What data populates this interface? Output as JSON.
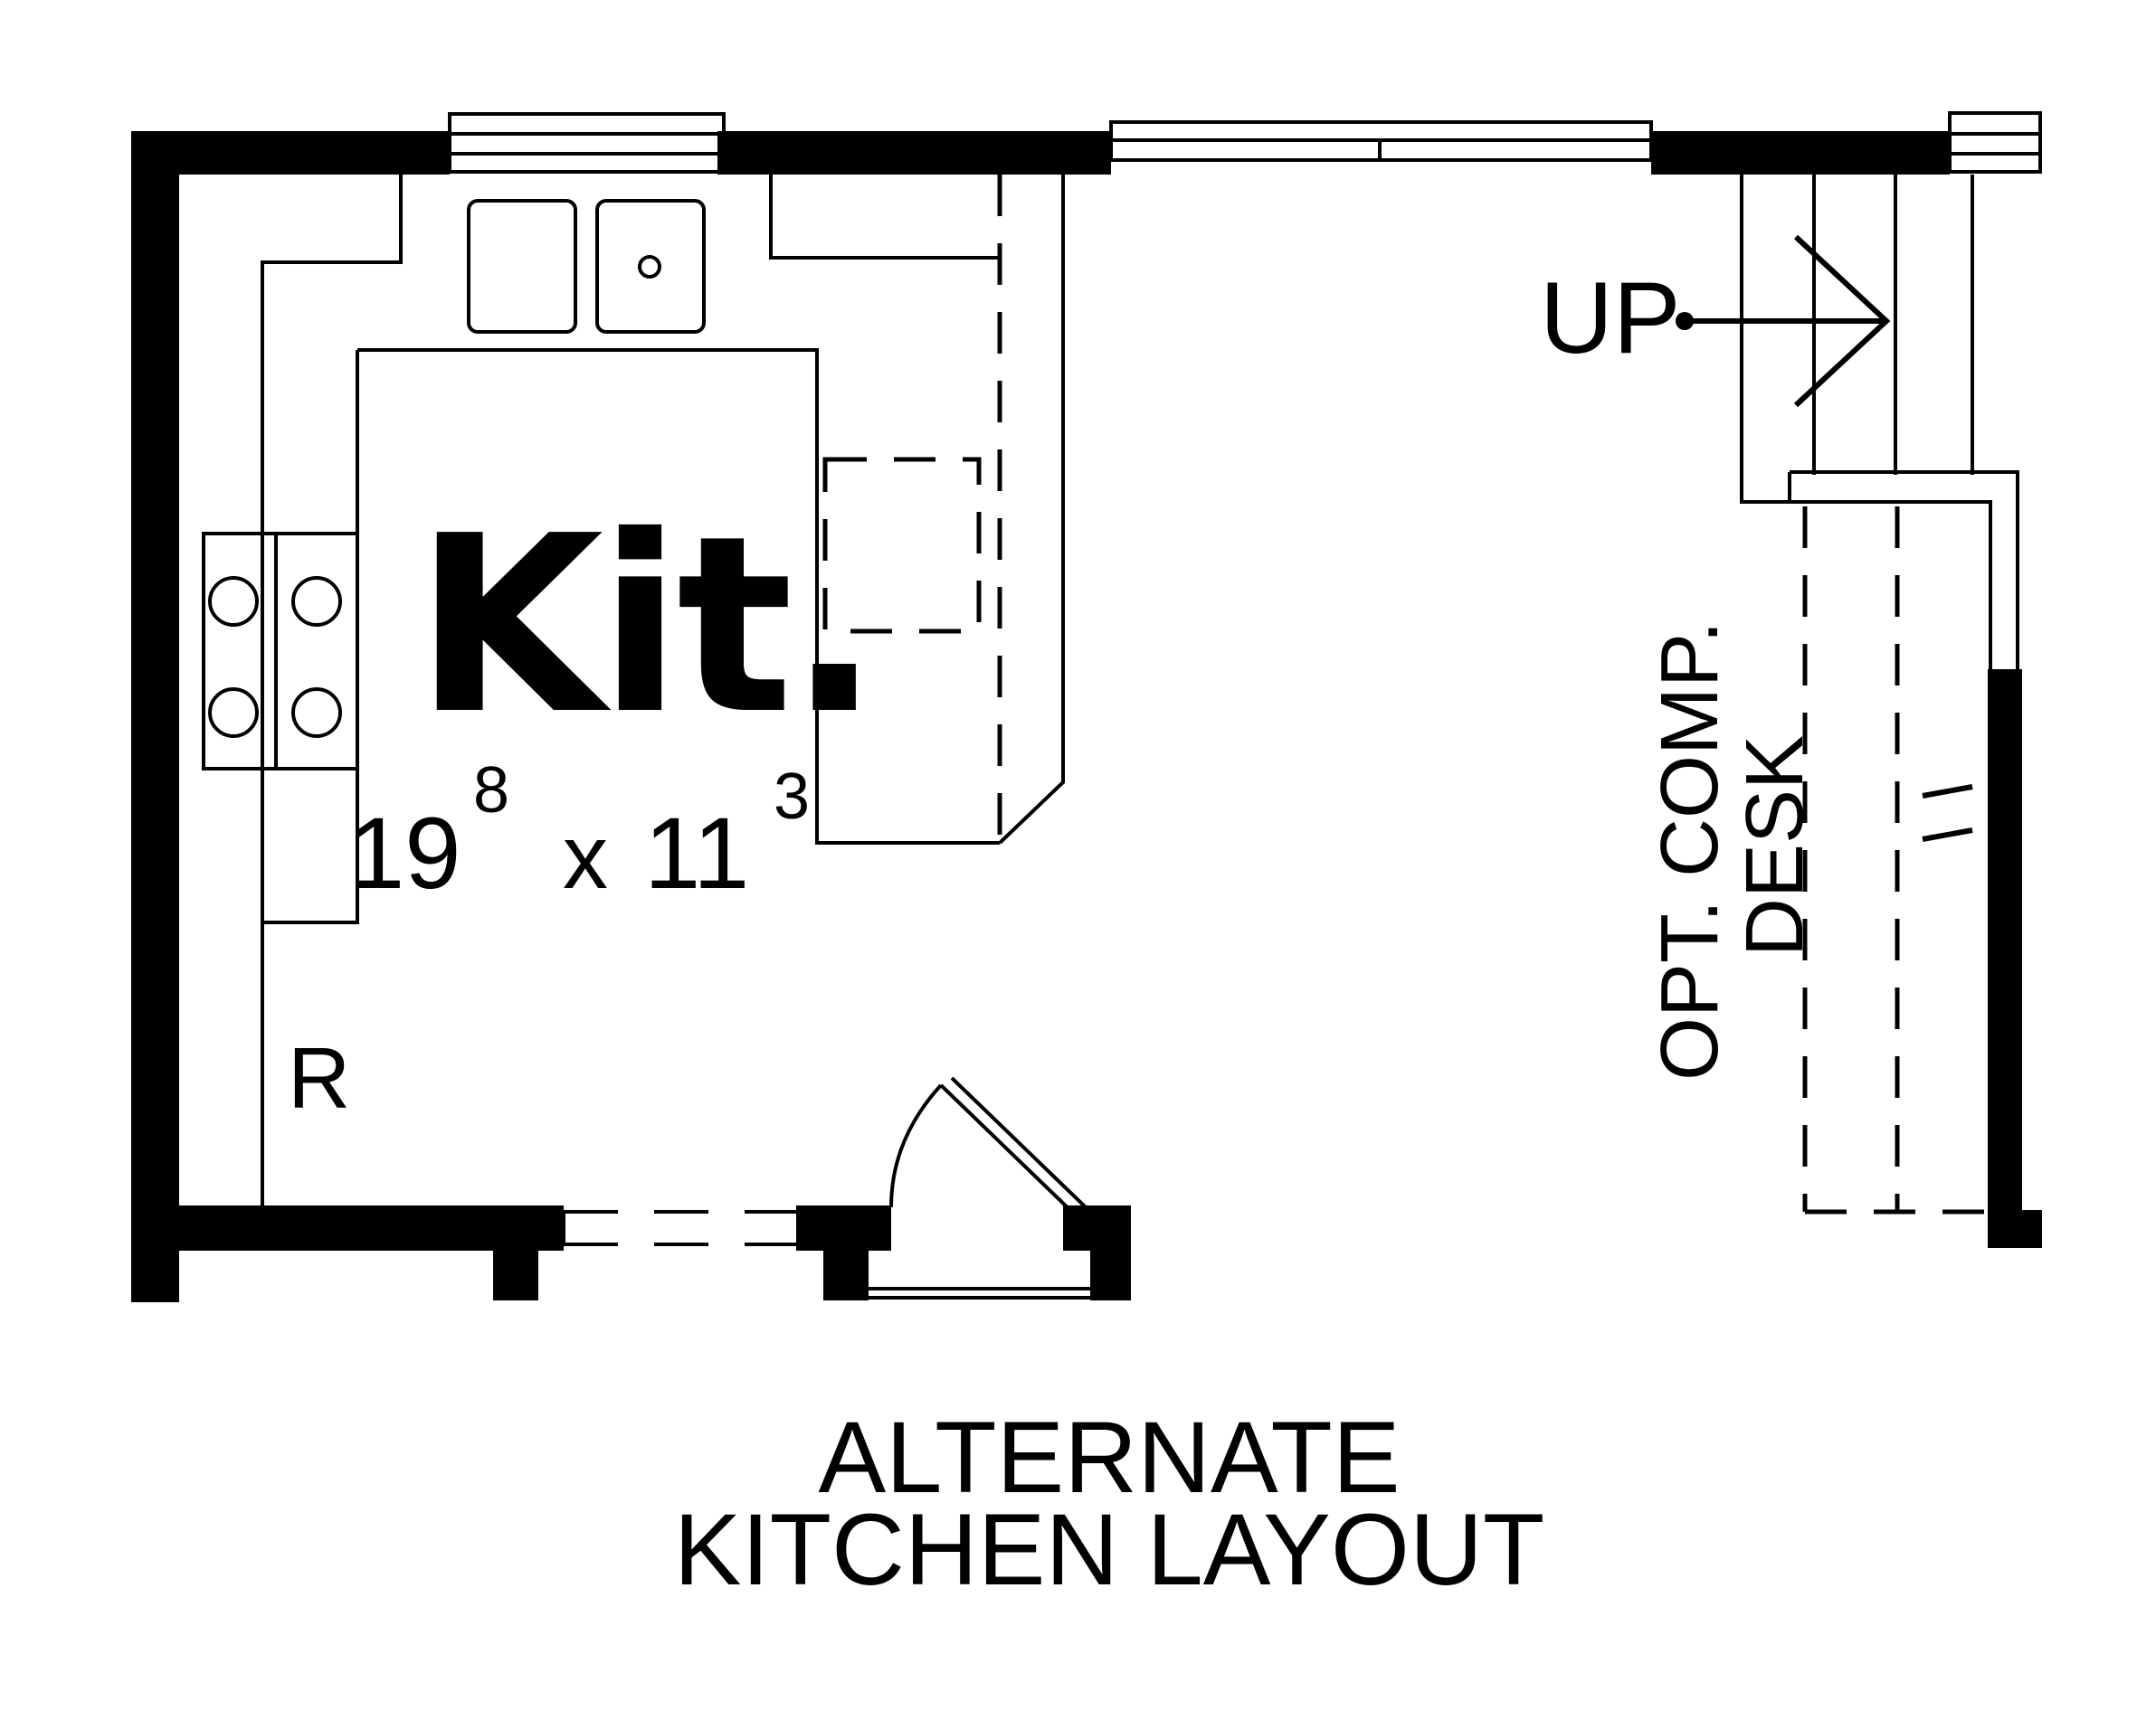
{
  "room": {
    "name": "Kit.",
    "dim_feet_1": "19",
    "dim_inches_1": "8",
    "dim_separator": "x",
    "dim_feet_2": "11",
    "dim_inches_2": "3"
  },
  "labels": {
    "refrigerator": "R",
    "stairs": "UP",
    "desk_line_1": "OPT. COMP.",
    "desk_line_2": "DESK"
  },
  "caption": {
    "line_1": "ALTERNATE",
    "line_2": "KITCHEN LAYOUT"
  },
  "colors": {
    "ink": "#000000",
    "paper": "#ffffff"
  }
}
